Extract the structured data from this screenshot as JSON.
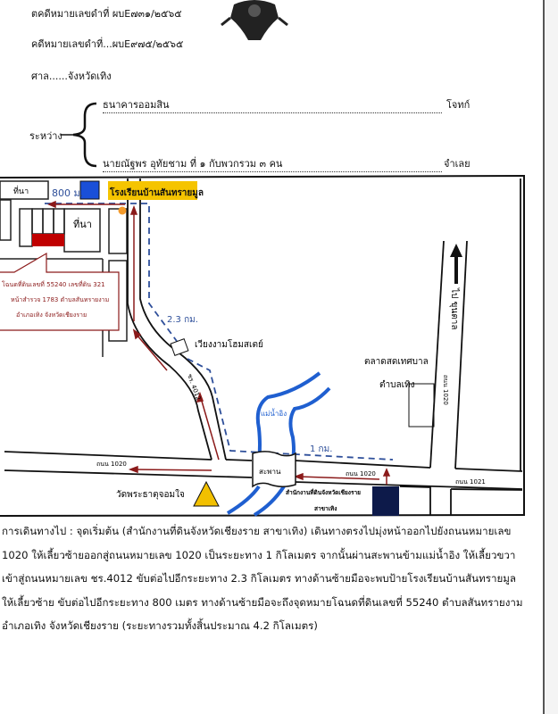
{
  "header": {
    "black_case_number_line1": "ตคดีหมายเลขดำที่ ผบE๗๓๑/๒๕๖๕",
    "black_case_number_line2": "คดีหมายเลขดำที่...ผบE๙๗๕/๒๕๖๕",
    "court": "ศาล......จังหวัดเทิง",
    "between_label": "ระหว่าง",
    "plaintiff_name": "ธนาคารออมสิน",
    "plaintiff_role": "โจทก์",
    "defendant_name": "นายณัฐพร อุทัยชาม ที่ ๑ กับพวกรวม ๓ คน",
    "defendant_role": "จำเลย"
  },
  "map": {
    "field_label_top": "ที่นา",
    "distance_800": "800 ม.",
    "school_label": "โรงเรียนบ้านสันทรายมูล",
    "field_label_2": "ที่นา",
    "deed_callout": [
      "โฉนดที่ดินเลขที่ 55240 เลขที่ดิน 321",
      "หน้าสำรวจ 1783 ตำบลสันทรายงาม",
      "อำเภอเทิง จังหวัดเชียงราย"
    ],
    "distance_2_3": "2.3 กม.",
    "homestay": "เวียงงามโฮมสเตย์",
    "road_4012": "ชร. 4012",
    "market_line1": "ตลาดสดเทศบาล",
    "market_line2": "ตำบลเทิง",
    "to_khuntan": "ไป ขุนตาล",
    "road_1020_vertical": "ถนน 1020",
    "river": "แม่น้ำอิง",
    "distance_1": "1 กม.",
    "road_1020_left": "ถนน 1020",
    "road_1020_right": "ถนน 1020",
    "road_1021": "ถนน 1021",
    "bridge": "สะพาน",
    "temple": "วัดพระธาตุจอมใจ",
    "office_line1": "สำนักงานที่ดินจังหวัดเชียงราย",
    "office_line2": "สาขาเทิง",
    "colors": {
      "route": "#8b1a1a",
      "dashed": "#2e4f9a",
      "river": "#1f5fd0",
      "school": "#f5c400",
      "plot": "#c00000",
      "office": "#0d1a4a",
      "temple": "#f2c000",
      "marker": "#f39a2b"
    }
  },
  "directions": [
    "การเดินทางไป : จุดเริ่มต้น (สำนักงานที่ดินจังหวัดเชียงราย สาขาเทิง) เดินทางตรงไปมุ่งหน้าออกไปยังถนนหมายเลข",
    "1020 ให้เลี้ยวซ้ายออกสู่ถนนหมายเลข 1020 เป็นระยะทาง 1 กิโลเมตร จากนั้นผ่านสะพานข้ามแม่น้ำอิง ให้เลี้ยวขวา",
    "เข้าสู่ถนนหมายเลข ชร.4012 ขับต่อไปอีกระยะทาง 2.3 กิโลเมตร ทางด้านซ้ายมือจะพบป้ายโรงเรียนบ้านสันทรายมูล",
    "ให้เลี้ยวซ้าย ขับต่อไปอีกระยะทาง 800 เมตร ทางด้านซ้ายมือจะถึงจุดหมายโฉนดที่ดินเลขที่ 55240 ตำบลสันทรายงาม",
    "อำเภอเทิง จังหวัดเชียงราย (ระยะทางรวมทั้งสิ้นประมาณ 4.2 กิโลเมตร)"
  ]
}
